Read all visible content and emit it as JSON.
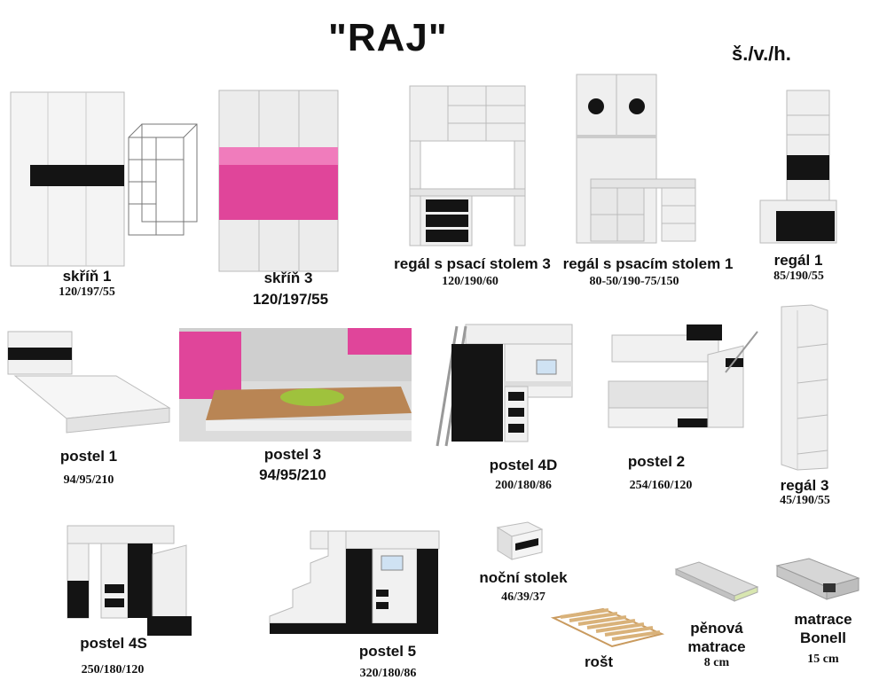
{
  "title": "\"RAJ\"",
  "dims_legend": "š./v./h.",
  "items": [
    {
      "label": "skříň 1",
      "dims": "120/197/55"
    },
    {
      "label": "skříň 3",
      "dims": "120/197/55"
    },
    {
      "label": "regál s psací stolem 3",
      "dims": "120/190/60"
    },
    {
      "label": "regál s psacím stolem 1",
      "dims": "80-50/190-75/150"
    },
    {
      "label": "regál 1",
      "dims": "85/190/55"
    },
    {
      "label": "postel 1",
      "dims": "94/95/210"
    },
    {
      "label": "postel 3",
      "dims": "94/95/210"
    },
    {
      "label": "postel 4D",
      "dims": "200/180/86"
    },
    {
      "label": "postel 2",
      "dims": "254/160/120"
    },
    {
      "label": "regál 3",
      "dims": "45/190/55"
    },
    {
      "label": "postel 4S",
      "dims": "250/180/120"
    },
    {
      "label": "postel 5",
      "dims": "320/180/86"
    },
    {
      "label": "noční stolek",
      "dims": "46/39/37"
    },
    {
      "label": "rošt",
      "dims": ""
    },
    {
      "label": "pěnová matrace",
      "dims": "8 cm"
    },
    {
      "label": "matrace Bonell",
      "dims": "15 cm"
    }
  ],
  "colors": {
    "white": "#f2f2f2",
    "black": "#141414",
    "pink": "#e0459a",
    "wood": "#d9b27a"
  }
}
